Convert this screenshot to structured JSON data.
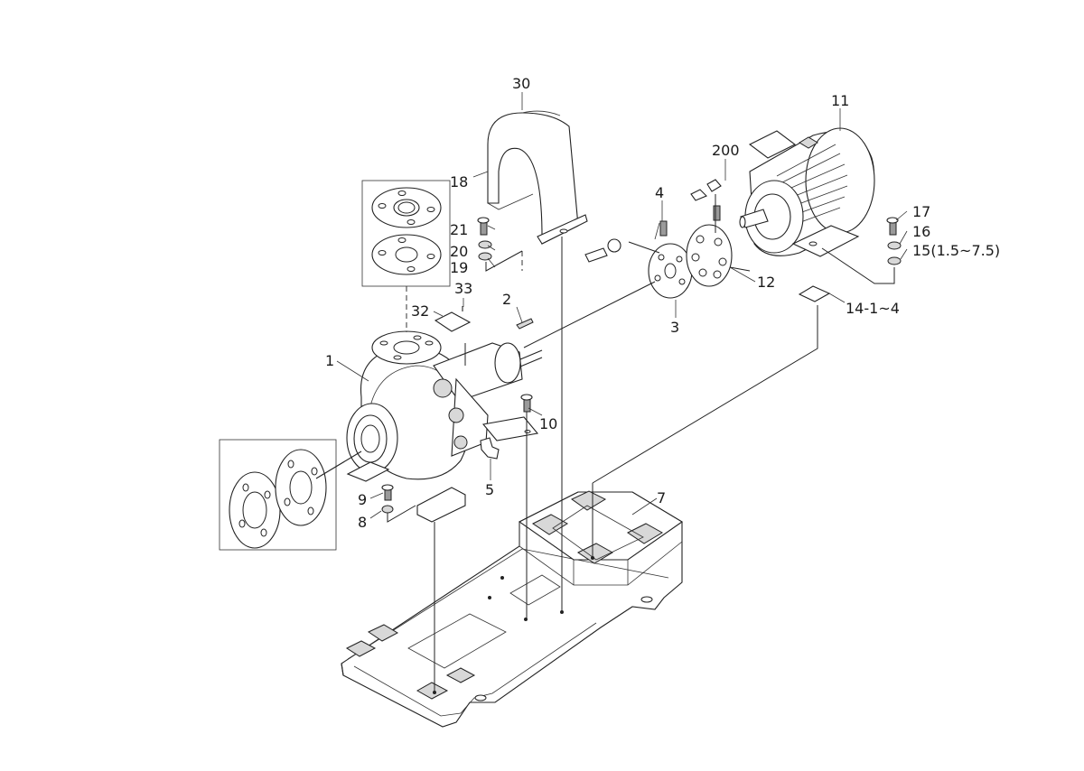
{
  "labels": {
    "l1": "1",
    "l2": "2",
    "l3": "3",
    "l4": "4",
    "l5": "5",
    "l7": "7",
    "l8": "8",
    "l9": "9",
    "l10": "10",
    "l11": "11",
    "l12": "12",
    "l14": "14-1~4",
    "l15": "15(1.5~7.5)",
    "l16": "16",
    "l17": "17",
    "l18": "18",
    "l19": "19",
    "l20": "20",
    "l21": "21",
    "l30": "30",
    "l32": "32",
    "l33": "33",
    "l200": "200"
  }
}
